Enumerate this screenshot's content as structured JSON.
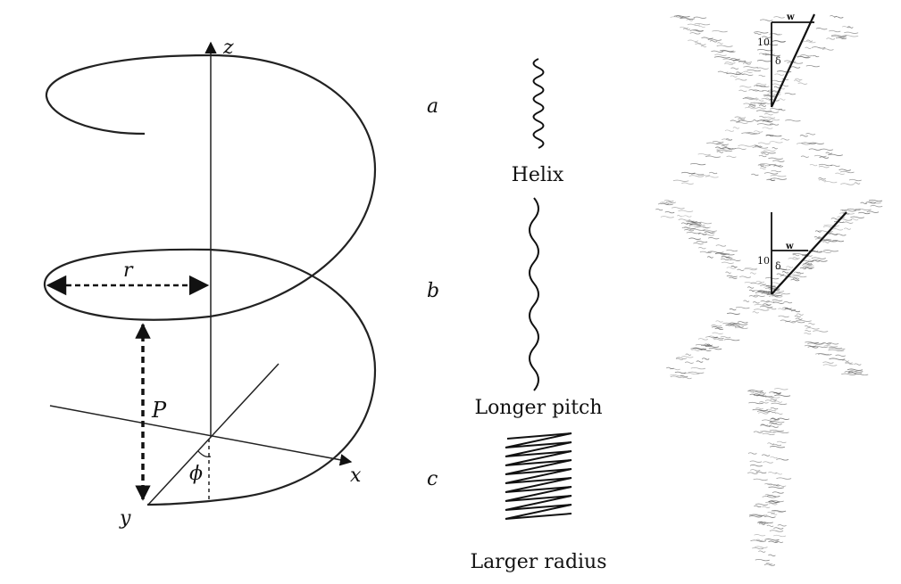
{
  "helix_panel": {
    "axis_labels": {
      "z": "z",
      "x": "x",
      "y": "y"
    },
    "radius_label": "r",
    "pitch_label": "P",
    "angle_label": "ϕ"
  },
  "variants": [
    {
      "letter": "a",
      "caption": "Helix"
    },
    {
      "letter": "b",
      "caption": "Longer pitch"
    },
    {
      "letter": "c",
      "caption": "Larger radius"
    }
  ],
  "diffraction_panel": {
    "top": {
      "height_label": "10",
      "width_label": "w",
      "angle_label": "δ"
    },
    "bottom": {
      "height_label": "10",
      "width_label": "w",
      "angle_label": "δ"
    }
  }
}
